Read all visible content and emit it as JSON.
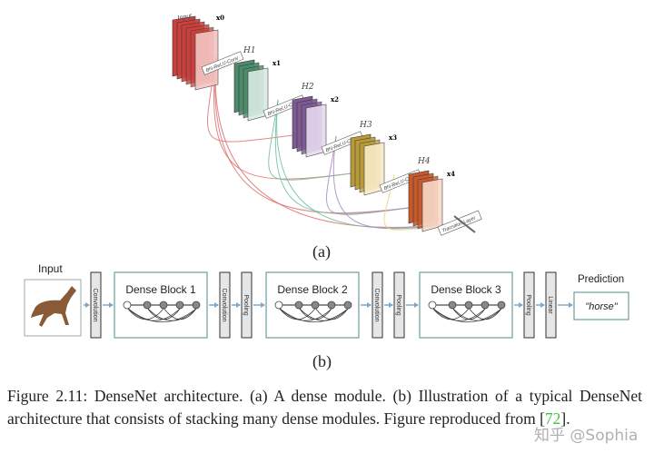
{
  "figure_a": {
    "input_label": "Input",
    "layers": [
      {
        "h": "",
        "x": "x0",
        "color": "#c9403c",
        "light": "#f4c4c2"
      },
      {
        "h": "H1",
        "x": "x1",
        "color": "#4e8a6c",
        "light": "#d8ebe2"
      },
      {
        "h": "H2",
        "x": "x2",
        "color": "#7d5a93",
        "light": "#e6d9ee"
      },
      {
        "h": "H3",
        "x": "x3",
        "color": "#b89a3a",
        "light": "#f8ecc6"
      },
      {
        "h": "H4",
        "x": "x4",
        "color": "#c65a2c",
        "light": "#f8d9c8"
      }
    ],
    "op_label": "BN-ReLU-Conv",
    "transition_label": "Transition Layer",
    "sublabel": "(a)"
  },
  "figure_b": {
    "input_label": "Input",
    "stages": [
      "Convolution",
      "Dense Block 1",
      "Convolution",
      "Pooling",
      "Dense Block 2",
      "Convolution",
      "Pooling",
      "Dense Block 3",
      "Pooling",
      "Linear"
    ],
    "prediction_label": "Prediction",
    "prediction_value": "\"horse\"",
    "sublabel": "(b)"
  },
  "caption": {
    "text": "Figure 2.11: DenseNet architecture. (a) A dense module. (b) Illustration of a typical DenseNet architecture that consists of stacking many dense modules. Figure reproduced from ",
    "ref_open": "[",
    "ref": "72",
    "ref_close": "]."
  },
  "watermark": "知乎 @Sophia"
}
